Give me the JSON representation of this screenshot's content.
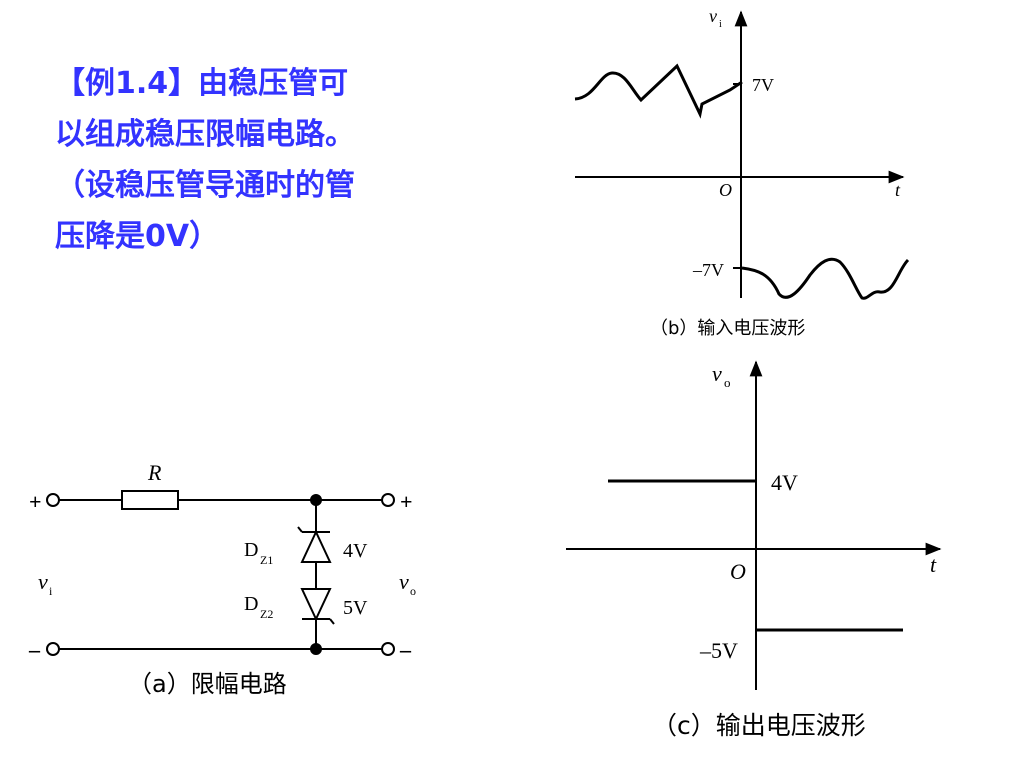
{
  "problem": {
    "line1": "【例1.4】由稳压管可",
    "line2": "以组成稳压限幅电路。",
    "line3": "（设稳压管导通时的管",
    "line4": "压降是0V）"
  },
  "circuit": {
    "caption": "（a）限幅电路",
    "resistor": "R",
    "vin_main": "v",
    "vin_sub": "i",
    "vout_main": "v",
    "vout_sub": "o",
    "dz1_main": "D",
    "dz1_sub": "Z1",
    "dz1_value": "4V",
    "dz2_main": "D",
    "dz2_sub": "Z2",
    "dz2_value": "5V",
    "plus_left": "+",
    "minus_left": "–",
    "plus_right": "+",
    "minus_right": "–"
  },
  "input_graph": {
    "caption": "（b）输入电压波形",
    "yaxis_main": "v",
    "yaxis_sub": "i",
    "xaxis": "t",
    "origin": "O",
    "pos_level": "7V",
    "neg_level": "–7V"
  },
  "output_graph": {
    "caption": "（c）输出电压波形",
    "yaxis_main": "v",
    "yaxis_sub": "o",
    "xaxis": "t",
    "origin": "O",
    "pos_level": "4V",
    "neg_level": "–5V"
  }
}
